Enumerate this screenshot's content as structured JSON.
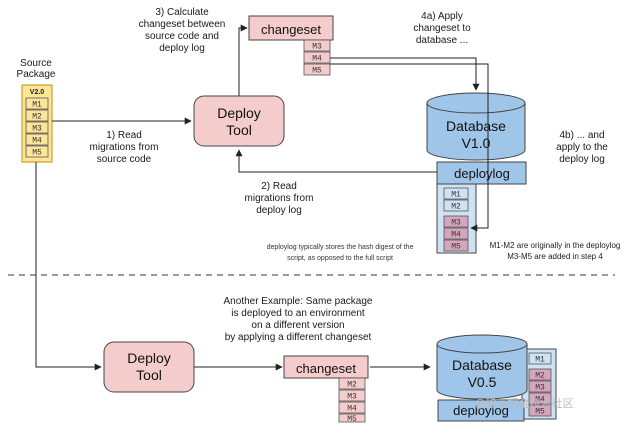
{
  "source_package": {
    "label_line1": "Source",
    "label_line2": "Package",
    "version": "V2.0",
    "items": [
      "M1",
      "M2",
      "M3",
      "M4",
      "M5"
    ]
  },
  "deploy_tool_top": {
    "line1": "Deploy",
    "line2": "Tool"
  },
  "deploy_tool_bottom": {
    "line1": "Deploy",
    "line2": "Tool"
  },
  "changeset_top": {
    "label": "changeset",
    "items": [
      "M3",
      "M4",
      "M5"
    ]
  },
  "changeset_bottom": {
    "label": "changeset",
    "items": [
      "M2",
      "M3",
      "M4",
      "M5"
    ]
  },
  "db_top": {
    "line1": "Database",
    "line2": "V1.0",
    "log_label": "deploylog",
    "log_original": [
      "M1",
      "M2"
    ],
    "log_added": [
      "M3",
      "M4",
      "M5"
    ]
  },
  "db_bottom": {
    "line1": "Database",
    "line2": "V0.5",
    "log_label": "deploylog",
    "log_original": [
      "M1"
    ],
    "log_added": [
      "M2",
      "M3",
      "M4",
      "M5"
    ]
  },
  "annotations": {
    "step1": [
      "1) Read",
      "migrations from",
      "source code"
    ],
    "step2": [
      "2) Read",
      "migrations from",
      "deploy log"
    ],
    "step3": [
      "3) Calculate",
      "changeset between",
      "source code and",
      "deploy log"
    ],
    "step4a": [
      "4a) Apply",
      "changeset to",
      "database ..."
    ],
    "step4b": [
      "4b) ... and",
      "apply to the",
      "deploy log"
    ],
    "hash_note": [
      "deploylog typically stores the hash digest of the",
      "script, as opposed to the full script"
    ],
    "m_note": [
      "M1-M2 are originally in the deploylog",
      "M3-M5 are added in step 4"
    ],
    "another_example": [
      "Another Example: Same package",
      "is deployed to an environment",
      "on a different version",
      "by applying a different changeset"
    ]
  },
  "watermark": "@稀土掘金技术社区",
  "colors": {
    "pink_fill": "#f4cccc",
    "pink_dark": "#d5a6bd",
    "yellow_fill": "#ffe599",
    "blue_fill": "#9fc5e8",
    "blue_light": "#cfe2f3",
    "stroke": "#444444"
  }
}
